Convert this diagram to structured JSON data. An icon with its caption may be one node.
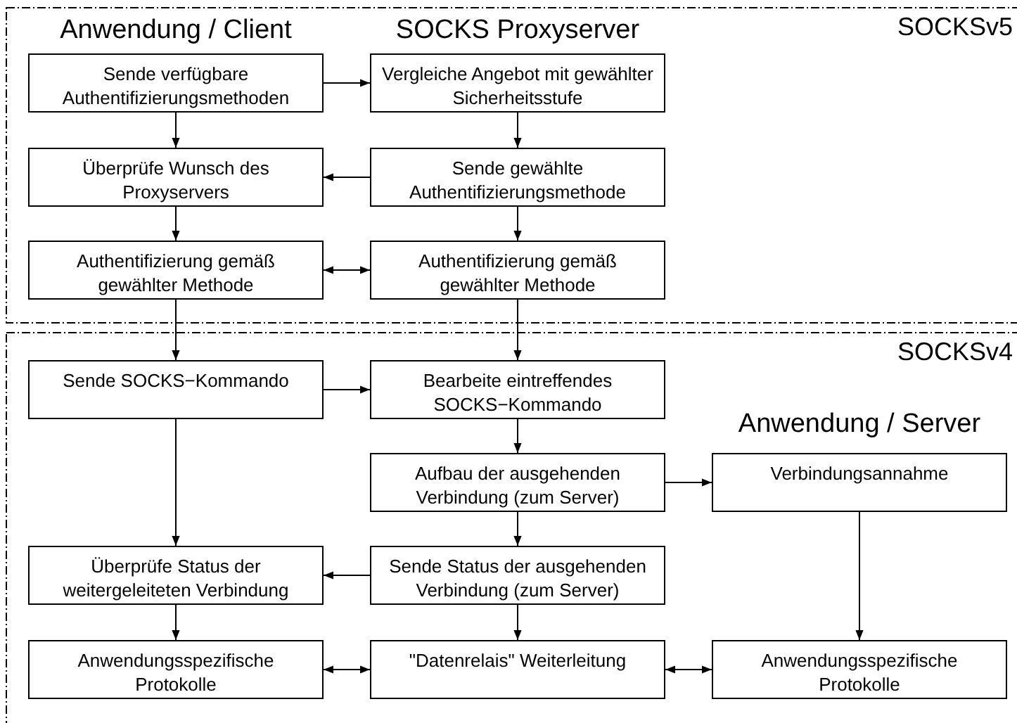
{
  "diagram": {
    "nodes": [
      {
        "text": [
          "SOCKSv5"
        ]
      },
      {
        "text": [
          "Sende verfügbare Authentifizierungsmethoden"
        ],
        "in": 0
      },
      {
        "text": [
          "Vergleiche Angebot mit gewählter Sicherheitsstufe"
        ],
        "in": 0
      },
      {
        "text": [
          "Überprüfe Wunsch des Proxyservers"
        ],
        "in": 0
      },
      {
        "text": [
          "Sende gewählte Authentifizierungsmethode"
        ],
        "in": 0
      },
      {
        "text": [
          "Authentifizierung gemäß gewählter Methode"
        ],
        "in": 0
      },
      {
        "text": [
          "Authentifizierung gemäß gewählter Methode"
        ],
        "in": 0
      },
      {
        "text": [
          "SOCKSv4"
        ]
      },
      {
        "text": [
          "Sende SOCKS−Kommando"
        ],
        "in": 7
      },
      {
        "text": [
          "Bearbeite eintreffendes SOCKS−Kommando"
        ],
        "in": 7
      },
      {
        "text": [
          "Aufbau der ausgehenden Verbindung (zum Server)"
        ],
        "in": 7
      },
      {
        "text": [
          "Verbindungsannahme"
        ],
        "in": 7
      },
      {
        "text": [
          "Überprüfe Status der weitergeleiteten Verbindung"
        ],
        "in": 7
      },
      {
        "text": [
          "Sende Status der ausgehenden Verbindung (zum Server)"
        ],
        "in": 7
      },
      {
        "text": [
          "Anwendungsspezifische Protokolle"
        ],
        "in": 7
      },
      {
        "text": [
          "\"Datenrelais\" Weiterleitung"
        ],
        "in": 7
      },
      {
        "text": [
          "Anwendungsspezifische Protokolle"
        ],
        "in": 7
      }
    ],
    "edges": [
      {
        "from": 1,
        "to": 2,
        "arrow": "to"
      },
      {
        "from": 1,
        "to": 3,
        "arrow": "to"
      },
      {
        "from": 2,
        "to": 4,
        "arrow": "to"
      },
      {
        "from": 4,
        "to": 3,
        "arrow": "to"
      },
      {
        "from": 3,
        "to": 5,
        "arrow": "to"
      },
      {
        "from": 4,
        "to": 6,
        "arrow": "to"
      },
      {
        "from": 5,
        "to": 6,
        "arrow": "both"
      },
      {
        "from": 5,
        "to": 8,
        "arrow": "to"
      },
      {
        "from": 6,
        "to": 9,
        "arrow": "to"
      },
      {
        "from": 8,
        "to": 9,
        "arrow": "to"
      },
      {
        "from": 8,
        "to": 12,
        "arrow": "to"
      },
      {
        "from": 9,
        "to": 10,
        "arrow": "to"
      },
      {
        "from": 10,
        "to": 11,
        "arrow": "to"
      },
      {
        "from": 10,
        "to": 13,
        "arrow": "to"
      },
      {
        "from": 13,
        "to": 12,
        "arrow": "to"
      },
      {
        "from": 12,
        "to": 14,
        "arrow": "to"
      },
      {
        "from": 13,
        "to": 15,
        "arrow": "to"
      },
      {
        "from": 11,
        "to": 16,
        "arrow": "to"
      },
      {
        "from": 14,
        "to": 15,
        "arrow": "both"
      },
      {
        "from": 15,
        "to": 16,
        "arrow": "both"
      }
    ],
    "labels": [
      "Anwendung / Client",
      "SOCKS Proxyserver",
      "Anwendung / Server"
    ]
  }
}
